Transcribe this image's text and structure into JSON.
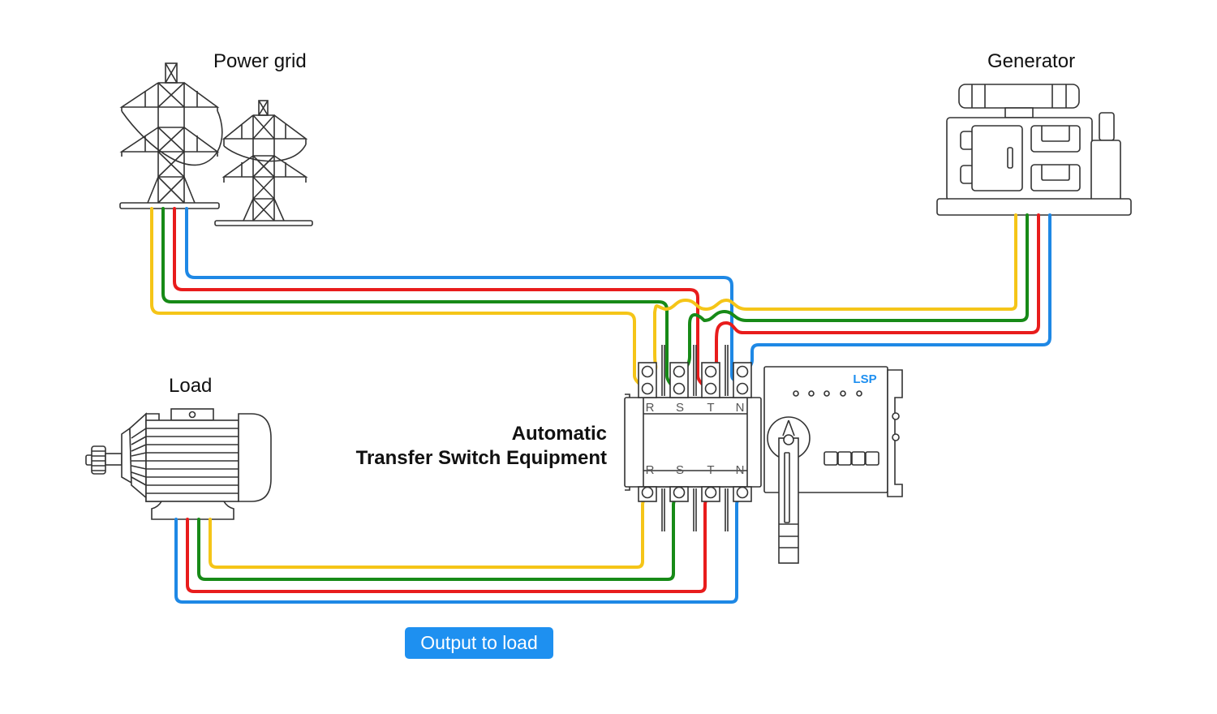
{
  "labels": {
    "power_grid": "Power grid",
    "generator": "Generator",
    "load": "Load",
    "ats_line1": "Automatic",
    "ats_line2": "Transfer Switch Equipment",
    "output_button": "Output to load"
  },
  "ats": {
    "brand": "LSP",
    "top_terminals": [
      "R",
      "S",
      "T",
      "N"
    ],
    "bottom_terminals": [
      "R",
      "S",
      "T",
      "N"
    ],
    "indicator_leds": 5,
    "buttons": 4
  },
  "wire_colors": {
    "R": "#f5c518",
    "S": "#178a17",
    "T": "#e81c1c",
    "N": "#1e88e5"
  },
  "connections": [
    {
      "from": "Power grid",
      "to": "ATS top terminals",
      "phases": [
        "R",
        "S",
        "T",
        "N"
      ]
    },
    {
      "from": "Generator",
      "to": "ATS top terminals",
      "phases": [
        "R",
        "S",
        "T",
        "N"
      ]
    },
    {
      "from": "ATS bottom terminals",
      "to": "Load",
      "phases": [
        "R",
        "S",
        "T",
        "N"
      ]
    }
  ],
  "accent_color": "#1e90f0"
}
